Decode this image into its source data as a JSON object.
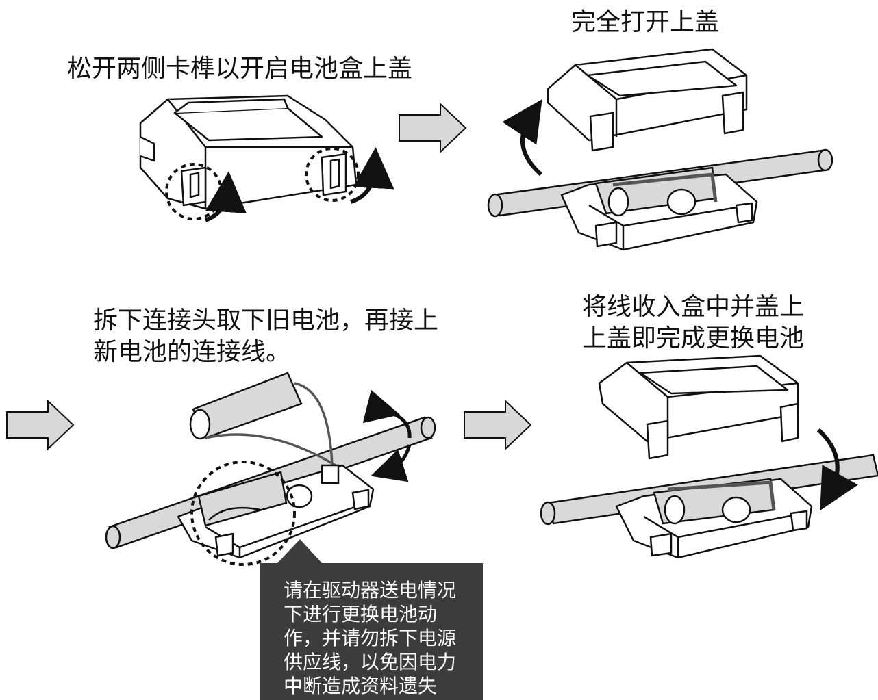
{
  "steps": [
    {
      "caption_lines": [
        "松开两侧卡榫以开启电池盒上盖"
      ]
    },
    {
      "caption_lines": [
        "完全打开上盖"
      ]
    },
    {
      "caption_lines": [
        "拆下连接头取下旧电池，再接上",
        "新电池的连接线。"
      ]
    },
    {
      "caption_lines": [
        "将线收入盒中并盖上",
        "上盖即完成更换电池"
      ]
    }
  ],
  "warning_lines": [
    "请在驱动器送电情况",
    "下进行更换电池动",
    "作，并请勿拆下电源",
    "供应线，以免因电力",
    "中断造成资料遗失"
  ],
  "colors": {
    "outline": "#111111",
    "arrow_fill": "#d8d8d8",
    "cable_fill": "#d9d9d9",
    "wire": "#555555",
    "warning_bg": "#3c3c3c"
  }
}
